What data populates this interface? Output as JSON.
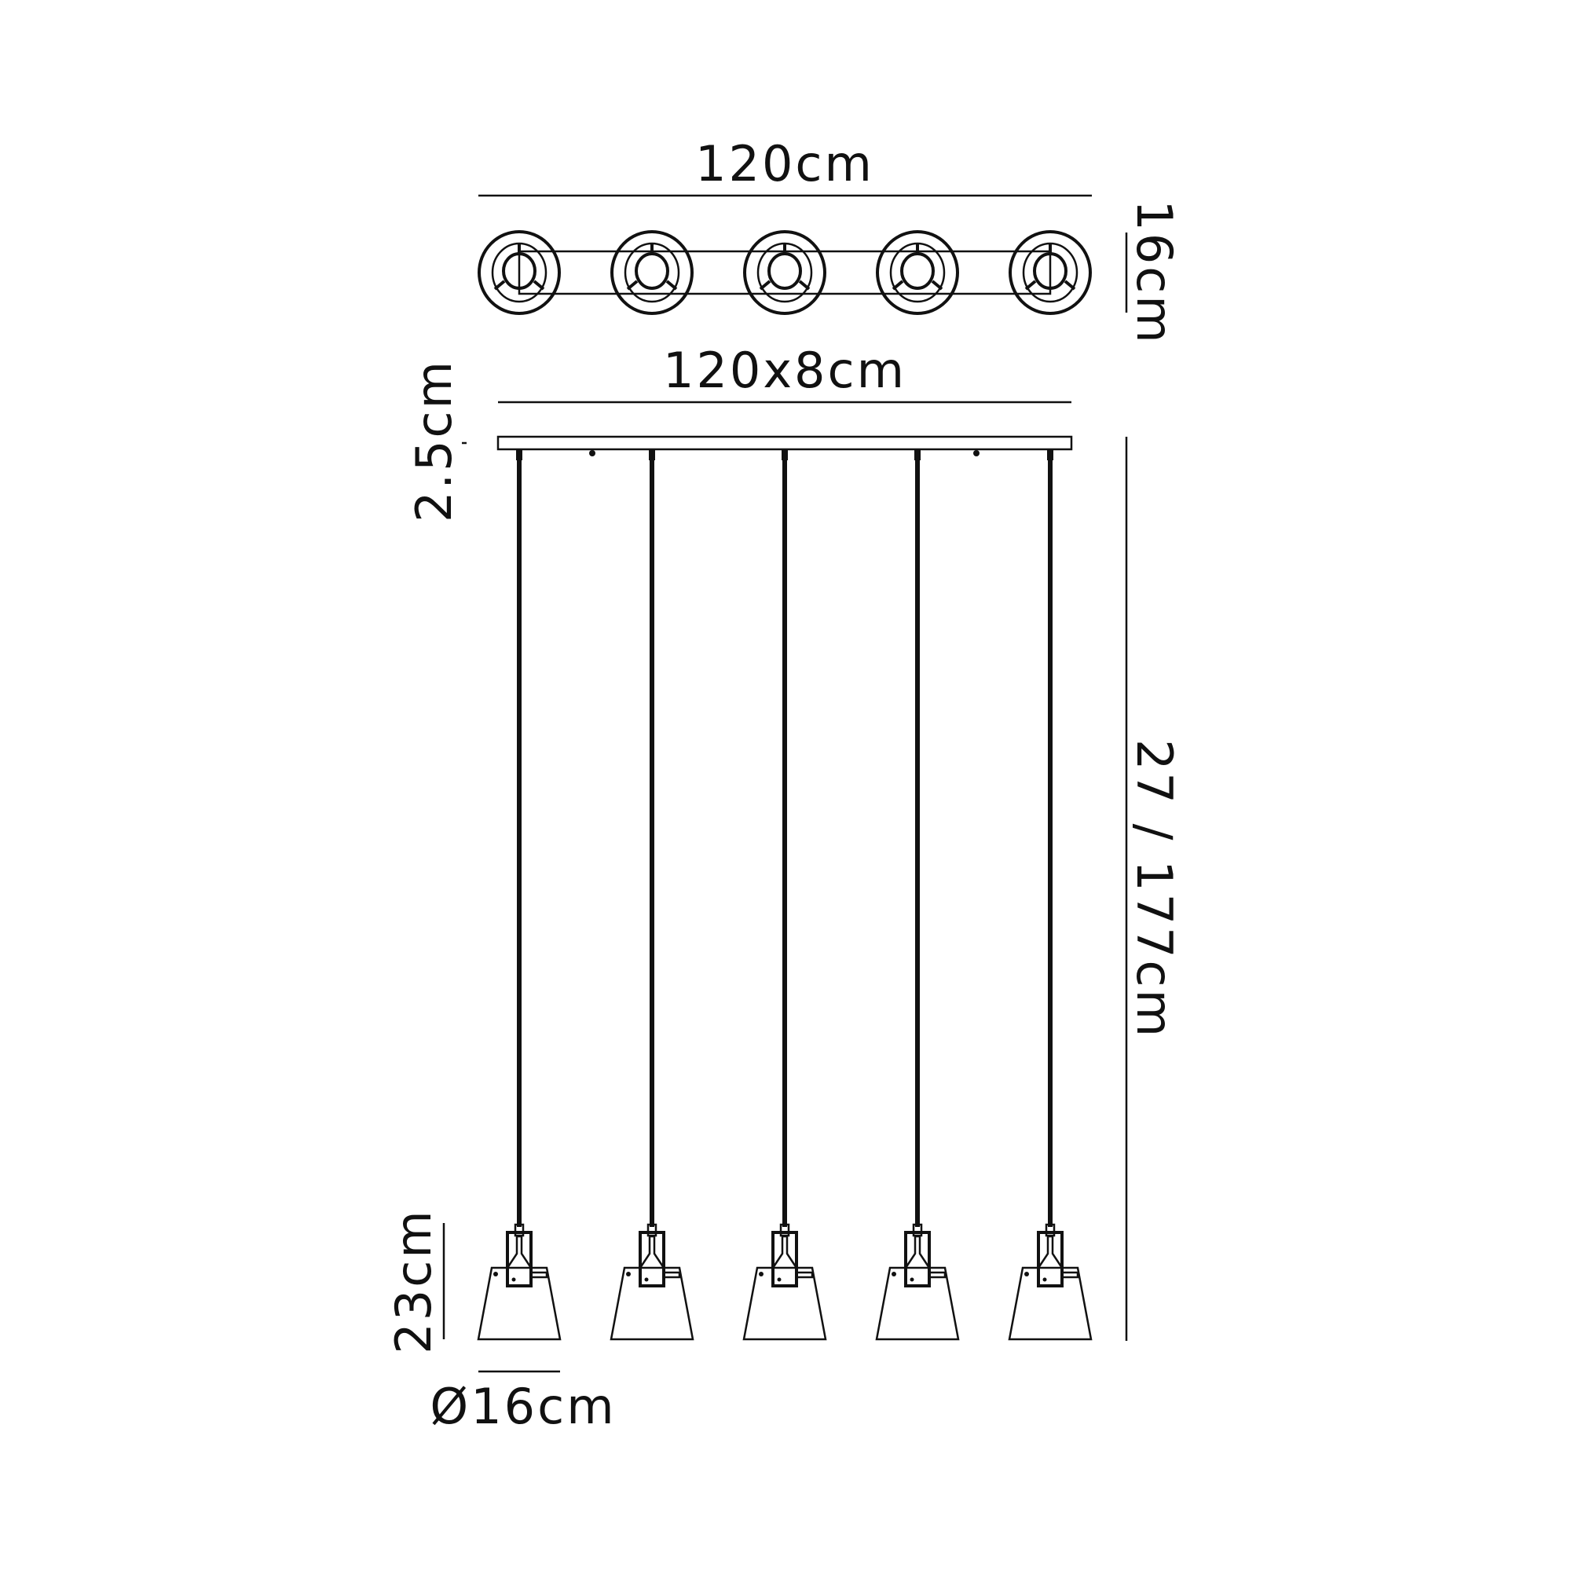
{
  "title": "Linear 5-light pendant dimension drawing",
  "dimensions": {
    "top_width": "120cm",
    "top_depth": "16cm",
    "canopy_size": "120x8cm",
    "canopy_height": "2.5cm",
    "drop_height": "27 / 177cm",
    "shade_height": "23cm",
    "shade_diameter": "Ø16cm"
  },
  "lamp_count": 5
}
